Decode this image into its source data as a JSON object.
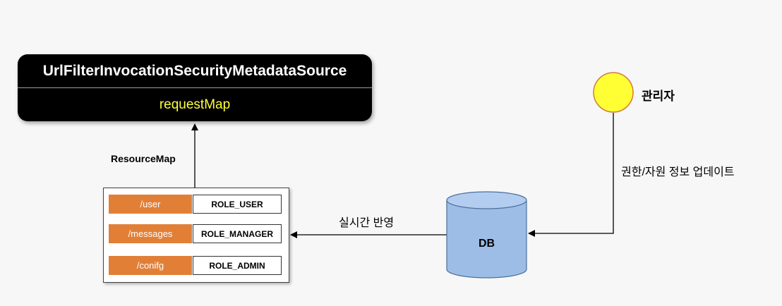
{
  "source": {
    "title": "UrlFilterInvocationSecurityMetadataSource",
    "subtitle": "requestMap"
  },
  "resource_map": {
    "label": "ResourceMap",
    "rows": [
      {
        "url": "/user",
        "role": "ROLE_USER"
      },
      {
        "url": "/messages",
        "role": "ROLE_MANAGER"
      },
      {
        "url": "/conifg",
        "role": "ROLE_ADMIN"
      }
    ]
  },
  "admin": {
    "label": "관리자"
  },
  "edges": {
    "update_label": "권한/자원 정보 업데이트",
    "sync_label": "실시간 반영"
  },
  "db": {
    "label": "DB"
  },
  "colors": {
    "url_cell": "#e27f37",
    "db_fill": "#9dbde6",
    "admin_fill": "#ffff33",
    "subtitle_text": "#ffff3c"
  }
}
